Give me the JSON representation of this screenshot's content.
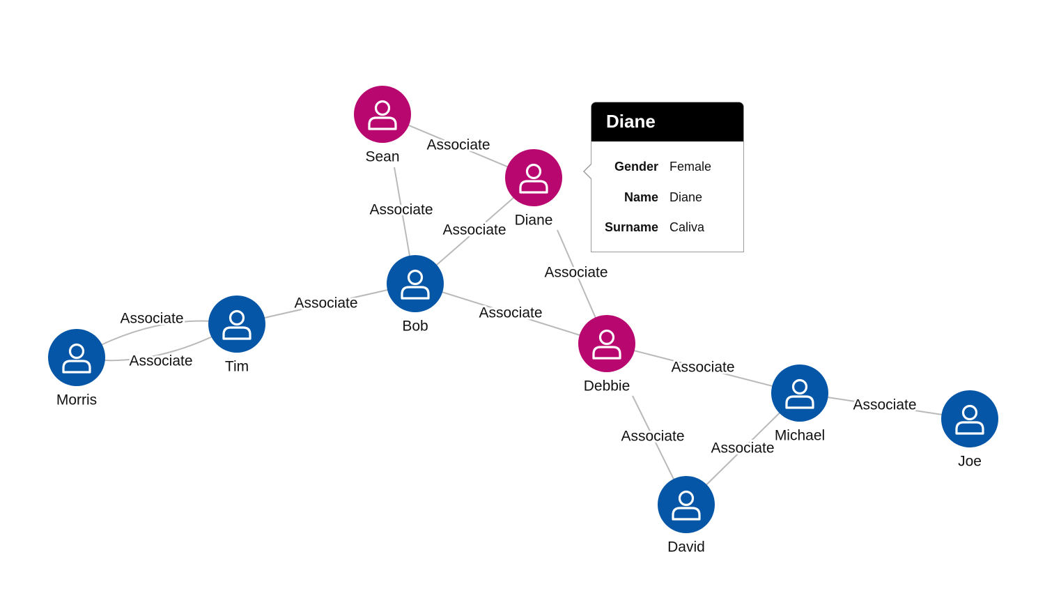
{
  "colors": {
    "male": "#0556a6",
    "female": "#b8076f",
    "edge": "#b9b9b9",
    "tooltip_header": "#000000"
  },
  "icon": "person-icon",
  "nodes": [
    {
      "id": "sean",
      "label": "Sean",
      "group": "female"
    },
    {
      "id": "diane",
      "label": "Diane",
      "group": "female"
    },
    {
      "id": "bob",
      "label": "Bob",
      "group": "male"
    },
    {
      "id": "tim",
      "label": "Tim",
      "group": "male"
    },
    {
      "id": "morris",
      "label": "Morris",
      "group": "male"
    },
    {
      "id": "debbie",
      "label": "Debbie",
      "group": "female"
    },
    {
      "id": "michael",
      "label": "Michael",
      "group": "male"
    },
    {
      "id": "joe",
      "label": "Joe",
      "group": "male"
    },
    {
      "id": "david",
      "label": "David",
      "group": "male"
    }
  ],
  "edges": [
    {
      "id": "sean-diane",
      "source": "sean",
      "target": "diane",
      "label": "Associate"
    },
    {
      "id": "sean-bob",
      "source": "sean",
      "target": "bob",
      "label": "Associate"
    },
    {
      "id": "diane-bob",
      "source": "diane",
      "target": "bob",
      "label": "Associate"
    },
    {
      "id": "diane-debbie",
      "source": "diane",
      "target": "debbie",
      "label": "Associate"
    },
    {
      "id": "bob-tim",
      "source": "bob",
      "target": "tim",
      "label": "Associate"
    },
    {
      "id": "bob-debbie",
      "source": "bob",
      "target": "debbie",
      "label": "Associate"
    },
    {
      "id": "tim-morris-a",
      "source": "tim",
      "target": "morris",
      "label": "Associate"
    },
    {
      "id": "tim-morris-b",
      "source": "tim",
      "target": "morris",
      "label": "Associate"
    },
    {
      "id": "debbie-michael",
      "source": "debbie",
      "target": "michael",
      "label": "Associate"
    },
    {
      "id": "debbie-david",
      "source": "debbie",
      "target": "david",
      "label": "Associate"
    },
    {
      "id": "michael-david",
      "source": "michael",
      "target": "david",
      "label": "Associate"
    },
    {
      "id": "michael-joe",
      "source": "michael",
      "target": "joe",
      "label": "Associate"
    }
  ],
  "tooltip": {
    "title": "Diane",
    "rows": [
      {
        "key": "Gender",
        "value": "Female"
      },
      {
        "key": "Name",
        "value": "Diane"
      },
      {
        "key": "Surname",
        "value": "Caliva"
      }
    ]
  }
}
